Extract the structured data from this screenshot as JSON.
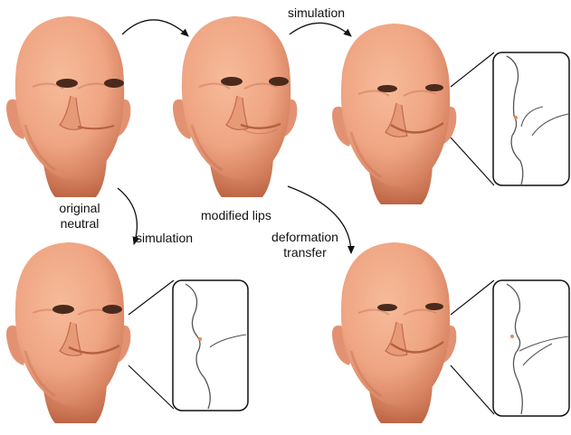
{
  "labels": {
    "original_neutral_line1": "original",
    "original_neutral_line2": "neutral",
    "modified_lips": "modified lips",
    "simulation_top": "simulation",
    "simulation_left": "simulation",
    "deformation_transfer_line1": "deformation",
    "deformation_transfer_line2": "transfer"
  },
  "colors": {
    "skin": "#EFA583",
    "skin_shadow": "#C97455",
    "eye": "#4A2A1C",
    "arrow": "#111111",
    "inset_border": "#111111",
    "profile_line": "#555555"
  },
  "faces": [
    {
      "id": "original-neutral",
      "expression": "neutral",
      "inset": false
    },
    {
      "id": "modified-lips",
      "expression": "neutral-modified",
      "inset": false
    },
    {
      "id": "simulation-top",
      "expression": "smile",
      "inset": true
    },
    {
      "id": "simulation-bottom",
      "expression": "smile",
      "inset": true
    },
    {
      "id": "deformation-transfer",
      "expression": "smile",
      "inset": true
    }
  ]
}
